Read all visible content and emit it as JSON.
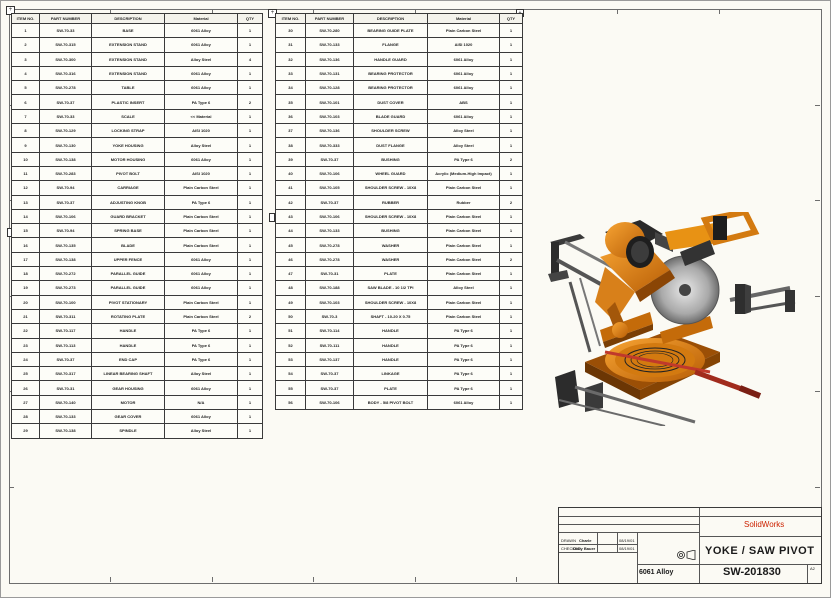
{
  "bom_headers": [
    "ITEM NO.",
    "PART NUMBER",
    "DESCRIPTION",
    "Material",
    "QTY"
  ],
  "bom_left_rows": [
    [
      "1",
      "SW-70-33",
      "BASE",
      "6061 Alloy",
      "1"
    ],
    [
      "2",
      "SW-70-315",
      "EXTENSION STAND",
      "6061 Alloy",
      "1"
    ],
    [
      "3",
      "SW-70-300",
      "EXTENSION STAND",
      "Alloy Steel",
      "4"
    ],
    [
      "4",
      "SW-70-316",
      "EXTENSION STAND",
      "6061 Alloy",
      "1"
    ],
    [
      "5",
      "SW-70-278",
      "TABLE",
      "6061 Alloy",
      "1"
    ],
    [
      "6",
      "SW-70-37",
      "PLASTIC INSERT",
      "PA Type 6",
      "2"
    ],
    [
      "7",
      "SW-70-33",
      "SCALE",
      "<< Material",
      "1"
    ],
    [
      "8",
      "SW-70-129",
      "LOCKING STRAP",
      "AISI 1020",
      "1"
    ],
    [
      "9",
      "SW-70-130",
      "YOKE HOUSING",
      "Alloy Steel",
      "1"
    ],
    [
      "10",
      "SW-70-138",
      "MOTOR HOUSING",
      "6061 Alloy",
      "1"
    ],
    [
      "11",
      "SW-70-283",
      "PIVOT BOLT",
      "AISI 1020",
      "1"
    ],
    [
      "12",
      "SW-70-94",
      "CARRIAGE",
      "Plain Carbon Steel",
      "1"
    ],
    [
      "13",
      "SW-70-37",
      "ADJUSTING KNOB",
      "PA Type 6",
      "1"
    ],
    [
      "14",
      "SW-70-106",
      "GUARD BRACKET",
      "Plain Carbon Steel",
      "1"
    ],
    [
      "15",
      "SW-70-94",
      "SPRING BASE",
      "Plain Carbon Steel",
      "1"
    ],
    [
      "16",
      "SW-70-135",
      "BLADE",
      "Plain Carbon Steel",
      "1"
    ],
    [
      "17",
      "SW-70-138",
      "UPPER FENCE",
      "6061 Alloy",
      "1"
    ],
    [
      "18",
      "SW-70-272",
      "PARALLEL GUIDE",
      "6061 Alloy",
      "1"
    ],
    [
      "19",
      "SW-70-273",
      "PARALLEL GUIDE",
      "6061 Alloy",
      "1"
    ],
    [
      "20",
      "SW-70-100",
      "PIVOT STATIONARY",
      "Plain Carbon Steel",
      "1"
    ],
    [
      "21",
      "SW-70-311",
      "ROTATING PLATE",
      "Plain Carbon Steel",
      "2"
    ],
    [
      "22",
      "SW-70-117",
      "HANDLE",
      "PA Type 6",
      "1"
    ],
    [
      "23",
      "SW-70-113",
      "HANDLE",
      "PA Type 6",
      "1"
    ],
    [
      "24",
      "SW-70-37",
      "END CAP",
      "PA Type 6",
      "1"
    ],
    [
      "25",
      "SW-70-317",
      "LINEAR BEARING SHAFT",
      "Alloy Steel",
      "1"
    ],
    [
      "26",
      "SW-70-31",
      "GEAR HOUSING",
      "6061 Alloy",
      "1"
    ],
    [
      "27",
      "SW-70-140",
      "MOTOR",
      "N/A",
      "1"
    ],
    [
      "28",
      "SW-70-133",
      "GEAR COVER",
      "6061 Alloy",
      "1"
    ],
    [
      "29",
      "SW-70-138",
      "SPINDLE",
      "Alloy Steel",
      "1"
    ]
  ],
  "bom_right_rows": [
    [
      "30",
      "SW-70-280",
      "BEARING GUIDE PLATE",
      "Plain Carbon Steel",
      "1"
    ],
    [
      "31",
      "SW-70-133",
      "FLANGE",
      "AISI 1020",
      "1"
    ],
    [
      "32",
      "SW-70-136",
      "HANDLE GUARD",
      "6061 Alloy",
      "1"
    ],
    [
      "33",
      "SW-70-131",
      "BEARING PROTECTOR",
      "6061 Alloy",
      "1"
    ],
    [
      "34",
      "SW-70-128",
      "BEARING PROTECTOR",
      "6061 Alloy",
      "1"
    ],
    [
      "35",
      "SW-70-101",
      "DUST COVER",
      "ABS",
      "1"
    ],
    [
      "36",
      "SW-70-103",
      "BLADE GUARD",
      "6061 Alloy",
      "1"
    ],
    [
      "37",
      "SW-70-136",
      "SHOULDER SCREW",
      "Alloy Steel",
      "1"
    ],
    [
      "38",
      "SW-70-333",
      "DUST FLANGE",
      "Alloy Steel",
      "1"
    ],
    [
      "39",
      "SW-70-37",
      "BUSHING",
      "PA Type 6",
      "2"
    ],
    [
      "40",
      "SW-70-106",
      "WHEEL GUARD",
      "Acrylic (Medium-High Impact)",
      "1"
    ],
    [
      "41",
      "SW-70-105",
      "SHOULDER SCREW - 10X8",
      "Plain Carbon Steel",
      "1"
    ],
    [
      "42",
      "SW-70-37",
      "RUBBER",
      "Rubber",
      "2"
    ],
    [
      "43",
      "SW-70-106",
      "SHOULDER SCREW - 10X8",
      "Plain Carbon Steel",
      "1"
    ],
    [
      "44",
      "SW-70-133",
      "BUSHING",
      "Plain Carbon Steel",
      "1"
    ],
    [
      "45",
      "SW-70-278",
      "WASHER",
      "Plain Carbon Steel",
      "1"
    ],
    [
      "46",
      "SW-70-278",
      "WASHER",
      "Plain Carbon Steel",
      "2"
    ],
    [
      "47",
      "SW-70-31",
      "PLATE",
      "Plain Carbon Steel",
      "1"
    ],
    [
      "48",
      "SW-70-188",
      "SAW BLADE - 10 1/2 TPI",
      "Alloy Steel",
      "1"
    ],
    [
      "49",
      "SW-70-103",
      "SHOULDER SCREW - 10X8",
      "Plain Carbon Steel",
      "1"
    ],
    [
      "50",
      "SW-70-3",
      "SHAFT - 10-20 X 0.75",
      "Plain Carbon Steel",
      "1"
    ],
    [
      "51",
      "SW-70-114",
      "HANDLE",
      "PA Type 6",
      "1"
    ],
    [
      "52",
      "SW-70-111",
      "HANDLE",
      "PA Type 6",
      "1"
    ],
    [
      "53",
      "SW-70-137",
      "HANDLE",
      "PA Type 6",
      "1"
    ],
    [
      "54",
      "SW-70-37",
      "LINKAGE",
      "PA Type 6",
      "1"
    ],
    [
      "55",
      "SW-70-37",
      "PLATE",
      "PA Type 6",
      "1"
    ],
    [
      "56",
      "SW-70-106",
      "BODY - 5/8 PIVOT BOLT",
      "6061 Alloy",
      "1"
    ]
  ],
  "title_block": {
    "company": "SolidWorks",
    "title": "YOKE / SAW PIVOT",
    "dwg_no": "SW-201830",
    "material": "6061 Alloy",
    "revision": "A2",
    "drawn_label": "DRAWN",
    "checked_label": "CHECKED",
    "drawn_name": "Charle",
    "checked_name": "Dolly Bauer",
    "date_1": "08/19/01",
    "date_2": "08/19/01"
  },
  "colors": {
    "accent_orange": "#e8870f",
    "company_red": "#cc2200",
    "frame_gray": "#6d6d6d"
  }
}
